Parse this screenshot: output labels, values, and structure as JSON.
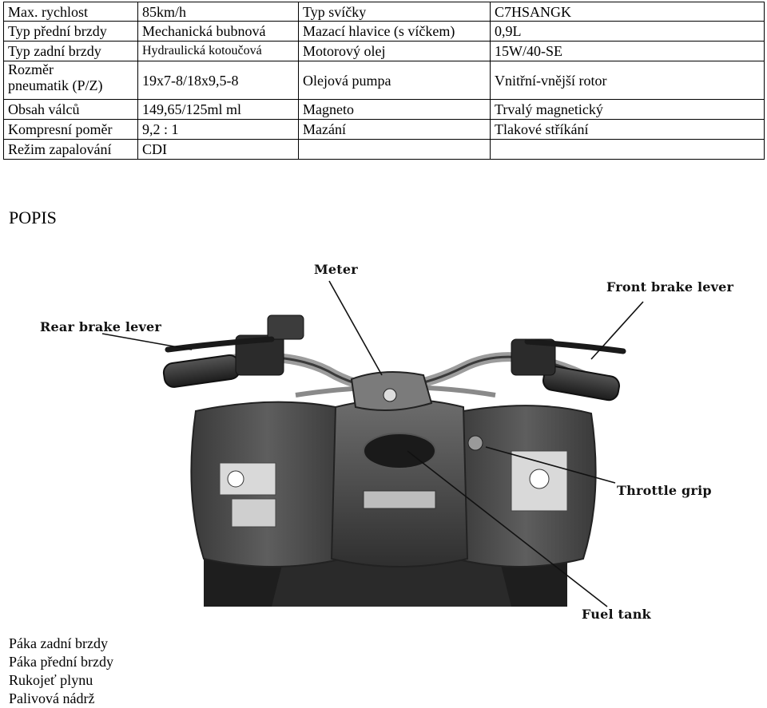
{
  "specs": [
    {
      "k1": "Max. rychlost",
      "v1": "85km/h",
      "k2": "Typ svíčky",
      "v2": "C7HSANGK"
    },
    {
      "k1": "Typ přední brzdy",
      "v1": "Mechanická bubnová",
      "k2": "Mazací hlavice (s víčkem)",
      "v2": "0,9L"
    },
    {
      "k1": "Typ zadní brzdy",
      "v1": "Hydraulická kotoučová",
      "k2": "Motorový olej",
      "v2": "15W/40-SE"
    },
    {
      "k1_line1": "Rozměr",
      "k1_line2": "pneumatik (P/Z)",
      "v1": "19x7-8/18x9,5-8",
      "k2": "Olejová pumpa",
      "v2": "Vnitřní-vnější rotor"
    },
    {
      "k1": "Obsah válců",
      "v1": "149,65/125ml ml",
      "k2": "Magneto",
      "v2": "Trvalý magnetický"
    },
    {
      "k1": "Kompresní poměr",
      "v1": "9,2 : 1",
      "k2": "Mazání",
      "v2": "Tlakové stříkání"
    },
    {
      "k1": "Režim zapalování",
      "v1": "CDI",
      "k2": "",
      "v2": ""
    }
  ],
  "section_title": "POPIS",
  "figure": {
    "callouts": {
      "meter": "Meter",
      "front_brake_lever": "Front brake lever",
      "rear_brake_lever": "Rear brake lever",
      "throttle_grip": "Throttle grip",
      "fuel_tank": "Fuel tank"
    }
  },
  "legend": [
    "Páka zadní brzdy",
    "Páka přední brzdy",
    "Rukojeť plynu",
    "Palivová nádrž"
  ]
}
